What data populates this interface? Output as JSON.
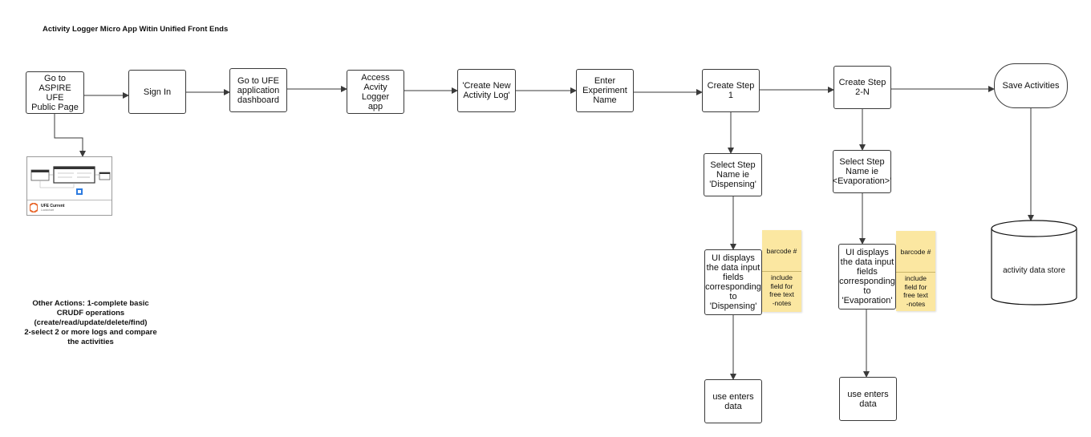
{
  "title": "Activity Logger Micro App Witin Unified Front Ends",
  "other_actions": "Other Actions:  1-complete basic\nCRUDF operations\n(create/read/update/delete/find)\n2-select 2 or more logs and compare\nthe activities",
  "nodes": {
    "go_to_aspire": "Go to\nASPIRE UFE\nPublic Page",
    "sign_in": "Sign In",
    "go_to_dashboard": "Go to UFE\napplication\ndashboard",
    "access_app": "Access\nAcvity Logger\napp",
    "create_log": "'Create New\nActivity Log'",
    "enter_name": "Enter\nExperiment\nName",
    "create_step_1": "Create Step\n1",
    "create_step_2n": "Create Step\n2-N",
    "save_activities": "Save Activities",
    "select_step_1": "Select Step\nName ie\n'Dispensing'",
    "select_step_2": "Select Step\nName ie\n<Evaporation>'",
    "ui_displays_1": "UI displays\nthe data input\nfields\ncorresponding\nto\n'Dispensing'",
    "ui_displays_2": "UI displays\nthe data input\nfields\ncorresponding\nto\n'Evaporation'",
    "enter_data_1": "use enters\ndata",
    "enter_data_2": "use enters\ndata",
    "data_store": "activity data store"
  },
  "stickies": [
    {
      "top": "barcode #",
      "bottom": "include\nfield for\nfree text\n-notes"
    },
    {
      "top": "barcode #",
      "bottom": "include\nfield for\nfree text\n-notes"
    }
  ],
  "thumbnail": {
    "title": "UFE Current",
    "subtitle": "Lucidchart"
  },
  "colors": {
    "sticky": "#fbe7a1",
    "stroke": "#3a3a3a",
    "thumb_accent": "#2d7be0",
    "logo": "#e8672c"
  }
}
